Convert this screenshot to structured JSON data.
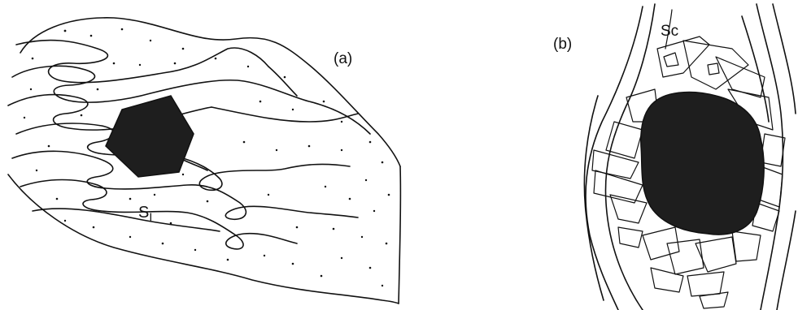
{
  "panel_a": {
    "label": "(a)",
    "foliation_label": "S",
    "foliation_subscript": "I"
  },
  "panel_b": {
    "label": "(b)",
    "foliation_label": "Sc"
  },
  "colors": {
    "ink": "#111111",
    "crystal_fill": "#1e1e1e",
    "background": "#ffffff"
  }
}
